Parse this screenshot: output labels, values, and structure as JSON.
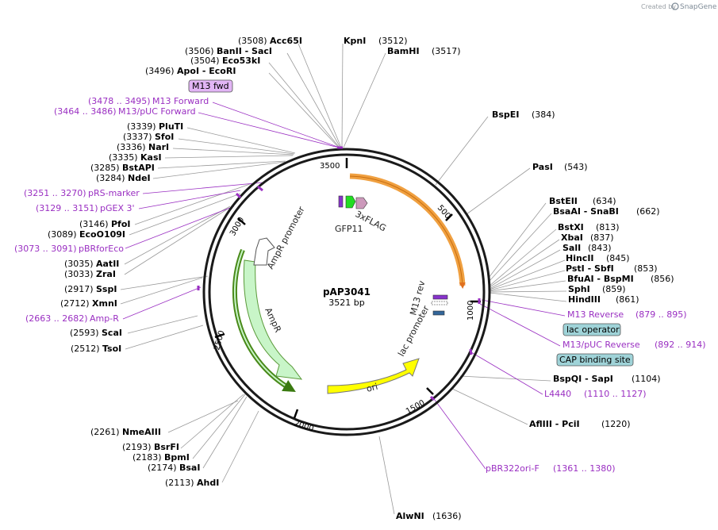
{
  "credit": {
    "prefix": "Created by",
    "brand": "SnapGene"
  },
  "plasmid": {
    "name": "pAP3041",
    "length": "3521 bp"
  },
  "ticks": [
    "500",
    "1000",
    "1500",
    "2000",
    "2500",
    "3000",
    "3500"
  ],
  "features": {
    "gfp11": "GFP11",
    "flag": "3xFLAG",
    "ori": "ori",
    "ampr": "AmpR",
    "ampr_promoter": "AmpR promoter",
    "lac_promoter": "lac promoter",
    "m13_rev": "M13 rev"
  },
  "boxed": {
    "m13_fwd": "M13 fwd",
    "lac_operator": "lac operator",
    "cap_site": "CAP binding site"
  },
  "sites": [
    {
      "pos": "(3508)",
      "name": "Acc65I"
    },
    {
      "name": "KpnI",
      "pos": "(3512)"
    },
    {
      "name": "BamHI",
      "pos": "(3517)"
    },
    {
      "pos": "(3506)",
      "name": "BanII  - SacI"
    },
    {
      "pos": "(3504)",
      "name": "Eco53kI"
    },
    {
      "pos": "(3496)",
      "name": "ApoI  - EcoRI"
    },
    {
      "name": "BspEI",
      "pos": "(384)"
    },
    {
      "name": "PasI",
      "pos": "(543)"
    },
    {
      "name": "BstEII",
      "pos": "(634)"
    },
    {
      "name": "BsaAI  - SnaBI",
      "pos": "(662)"
    },
    {
      "name": "BstXI",
      "pos": "(813)"
    },
    {
      "name": "XbaI",
      "pos": "(837)"
    },
    {
      "name": "SalI",
      "pos": "(843)"
    },
    {
      "name": "HincII",
      "pos": "(845)"
    },
    {
      "name": "PstI  - SbfI",
      "pos": "(853)"
    },
    {
      "name": "BfuAI  - BspMI",
      "pos": "(856)"
    },
    {
      "name": "SphI",
      "pos": "(859)"
    },
    {
      "name": "HindIII",
      "pos": "(861)"
    },
    {
      "name": "BspQI  - SapI",
      "pos": "(1104)"
    },
    {
      "name": "AflIII  - PciI",
      "pos": "(1220)"
    },
    {
      "name": "AlwNI",
      "pos": "(1636)"
    },
    {
      "pos": "(3339)",
      "name": "PluTI"
    },
    {
      "pos": "(3337)",
      "name": "SfoI"
    },
    {
      "pos": "(3336)",
      "name": "NarI"
    },
    {
      "pos": "(3335)",
      "name": "KasI"
    },
    {
      "pos": "(3285)",
      "name": "BstAPI"
    },
    {
      "pos": "(3284)",
      "name": "NdeI"
    },
    {
      "pos": "(3146)",
      "name": "PfoI"
    },
    {
      "pos": "(3089)",
      "name": "EcoO109I"
    },
    {
      "pos": "(3035)",
      "name": "AatII"
    },
    {
      "pos": "(3033)",
      "name": "ZraI"
    },
    {
      "pos": "(2917)",
      "name": "SspI"
    },
    {
      "pos": "(2712)",
      "name": "XmnI"
    },
    {
      "pos": "(2593)",
      "name": "ScaI"
    },
    {
      "pos": "(2512)",
      "name": "TsoI"
    },
    {
      "pos": "(2261)",
      "name": "NmeAIII"
    },
    {
      "pos": "(2193)",
      "name": "BsrFI"
    },
    {
      "pos": "(2183)",
      "name": "BpmI"
    },
    {
      "pos": "(2174)",
      "name": "BsaI"
    },
    {
      "pos": "(2113)",
      "name": "AhdI"
    }
  ],
  "primers": [
    {
      "range": "(3478 .. 3495)",
      "name": "M13 Forward"
    },
    {
      "range": "(3464 .. 3486)",
      "name": "M13/pUC Forward"
    },
    {
      "range": "(3251 .. 3270)",
      "name": "pRS-marker"
    },
    {
      "range": "(3129 .. 3151)",
      "name": "pGEX 3'"
    },
    {
      "range": "(3073 .. 3091)",
      "name": "pBRforEco"
    },
    {
      "range": "(2663 .. 2682)",
      "name": "Amp-R"
    },
    {
      "name": "M13 Reverse",
      "range": "(879 .. 895)"
    },
    {
      "name": "M13/pUC Reverse",
      "range": "(892 .. 914)"
    },
    {
      "name": "L4440",
      "range": "(1110 .. 1127)"
    },
    {
      "name": "pBR322ori-F",
      "range": "(1361 .. 1380)"
    }
  ],
  "colors": {
    "backbone": "#1a1a1a",
    "primer": "#9a2fc2",
    "orange": "#f0a040",
    "green_dark": "#4a8a1a",
    "ori_fill": "#ffff00",
    "ampr_fill": "#c8f5c8",
    "gfp_green": "#22dd22",
    "purple": "#8833cc",
    "flag_pink": "#cc99bb",
    "lac_blue": "#336699",
    "box_teal": "#9fd3d8",
    "box_purple": "#e2b5f5"
  }
}
